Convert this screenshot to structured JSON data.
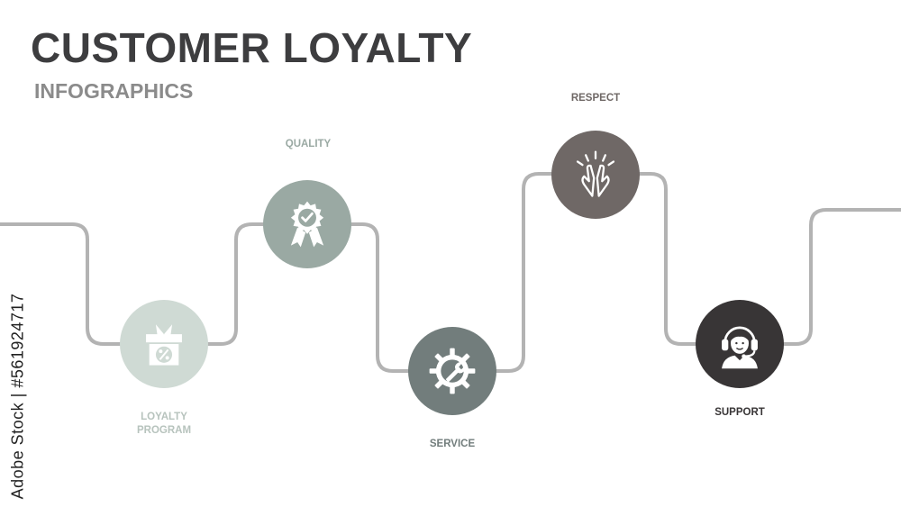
{
  "header": {
    "title": "CUSTOMER LOYALTY",
    "subtitle": "INFOGRAPHICS"
  },
  "steps": [
    {
      "label": "LOYALTY\nPROGRAM",
      "icon": "gift-percent-icon",
      "color": "#cfdad4",
      "label_color": "#b7c3bd"
    },
    {
      "label": "QUALITY",
      "icon": "quality-badge-icon",
      "color": "#9aa9a3",
      "label_color": "#9aa9a3"
    },
    {
      "label": "SERVICE",
      "icon": "gear-wrench-icon",
      "color": "#727d7c",
      "label_color": "#727d7c"
    },
    {
      "label": "RESPECT",
      "icon": "clapping-hands-icon",
      "color": "#6f6866",
      "label_color": "#6f6866"
    },
    {
      "label": "SUPPORT",
      "icon": "support-agent-icon",
      "color": "#383536",
      "label_color": "#383536"
    }
  ],
  "colors": {
    "line": "#b3b3b3"
  },
  "watermark": {
    "side_text": "Adobe Stock | #561924717"
  }
}
